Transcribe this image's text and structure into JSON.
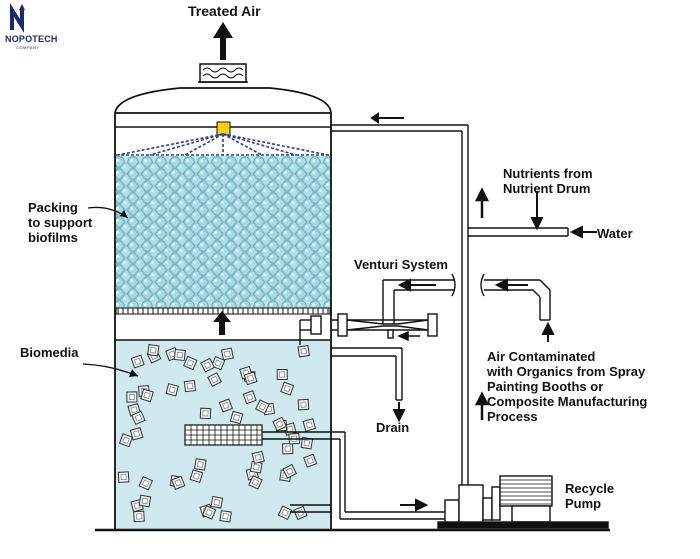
{
  "logo": {
    "name": "NOPOTECH",
    "tagline": "COMPANY",
    "color": "#1b2a6b"
  },
  "labels": {
    "treated_air": "Treated Air",
    "packing": "Packing\nto support\nbiofilms",
    "biomedia": "Biomedia",
    "venturi": "Venturi System",
    "nutrients": "Nutrients from\nNutrient Drum",
    "water": "Water",
    "air_contaminated": "Air Contaminated\nwith Organics from Spray\nPainting Booths or\nComposite Manufacturing\nProcess",
    "drain": "Drain",
    "recycle_pump": "Recycle\nPump"
  },
  "colors": {
    "packing_fill": "#bfe3ea",
    "bead_fill": "#a9d9e2",
    "bead_stroke": "#5aa9b8",
    "liquid_fill": "#cfe9ee",
    "spray": "#2b3d8f",
    "nozzle": "#f2d21b",
    "outline": "#111111"
  },
  "icons": [
    "arrow-icon",
    "spray-nozzle-icon",
    "pump-icon",
    "venturi-icon",
    "heat-exchanger-icon"
  ]
}
